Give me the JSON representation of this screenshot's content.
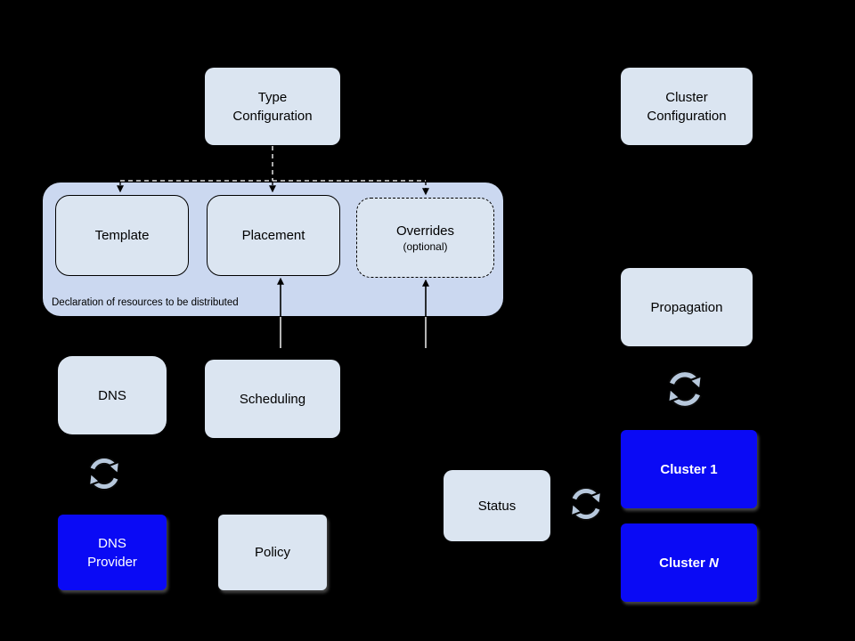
{
  "colors": {
    "background": "#000000",
    "box_fill": "#dbe5f1",
    "container_fill": "#cbd8f0",
    "accent_fill": "#0a0af5",
    "box_text": "#000000",
    "accent_text": "#ffffff",
    "icon_fill": "#b7c8dc",
    "line_dark": "#000000",
    "line_light": "#e2e2e2"
  },
  "nodes": {
    "type_configuration": {
      "label": "Type\nConfiguration"
    },
    "cluster_configuration": {
      "label": "Cluster\nConfiguration"
    },
    "template": {
      "label": "Template"
    },
    "placement": {
      "label": "Placement"
    },
    "overrides": {
      "label": "Overrides",
      "sublabel": "(optional)"
    },
    "declaration_caption": "Declaration of resources to be distributed",
    "dns": {
      "label": "DNS"
    },
    "scheduling": {
      "label": "Scheduling"
    },
    "dns_provider": {
      "label": "DNS\nProvider"
    },
    "policy": {
      "label": "Policy"
    },
    "propagation": {
      "label": "Propagation"
    },
    "status": {
      "label": "Status"
    },
    "cluster_1": {
      "label": "Cluster 1"
    },
    "cluster_n": {
      "prefix": "Cluster ",
      "suffix_italic": "N"
    }
  },
  "icons": [
    {
      "name": "sync-icon",
      "location": "dns-to-dns-provider"
    },
    {
      "name": "sync-icon",
      "location": "propagation-to-cluster-1"
    },
    {
      "name": "sync-icon",
      "location": "status-to-cluster-1"
    }
  ]
}
